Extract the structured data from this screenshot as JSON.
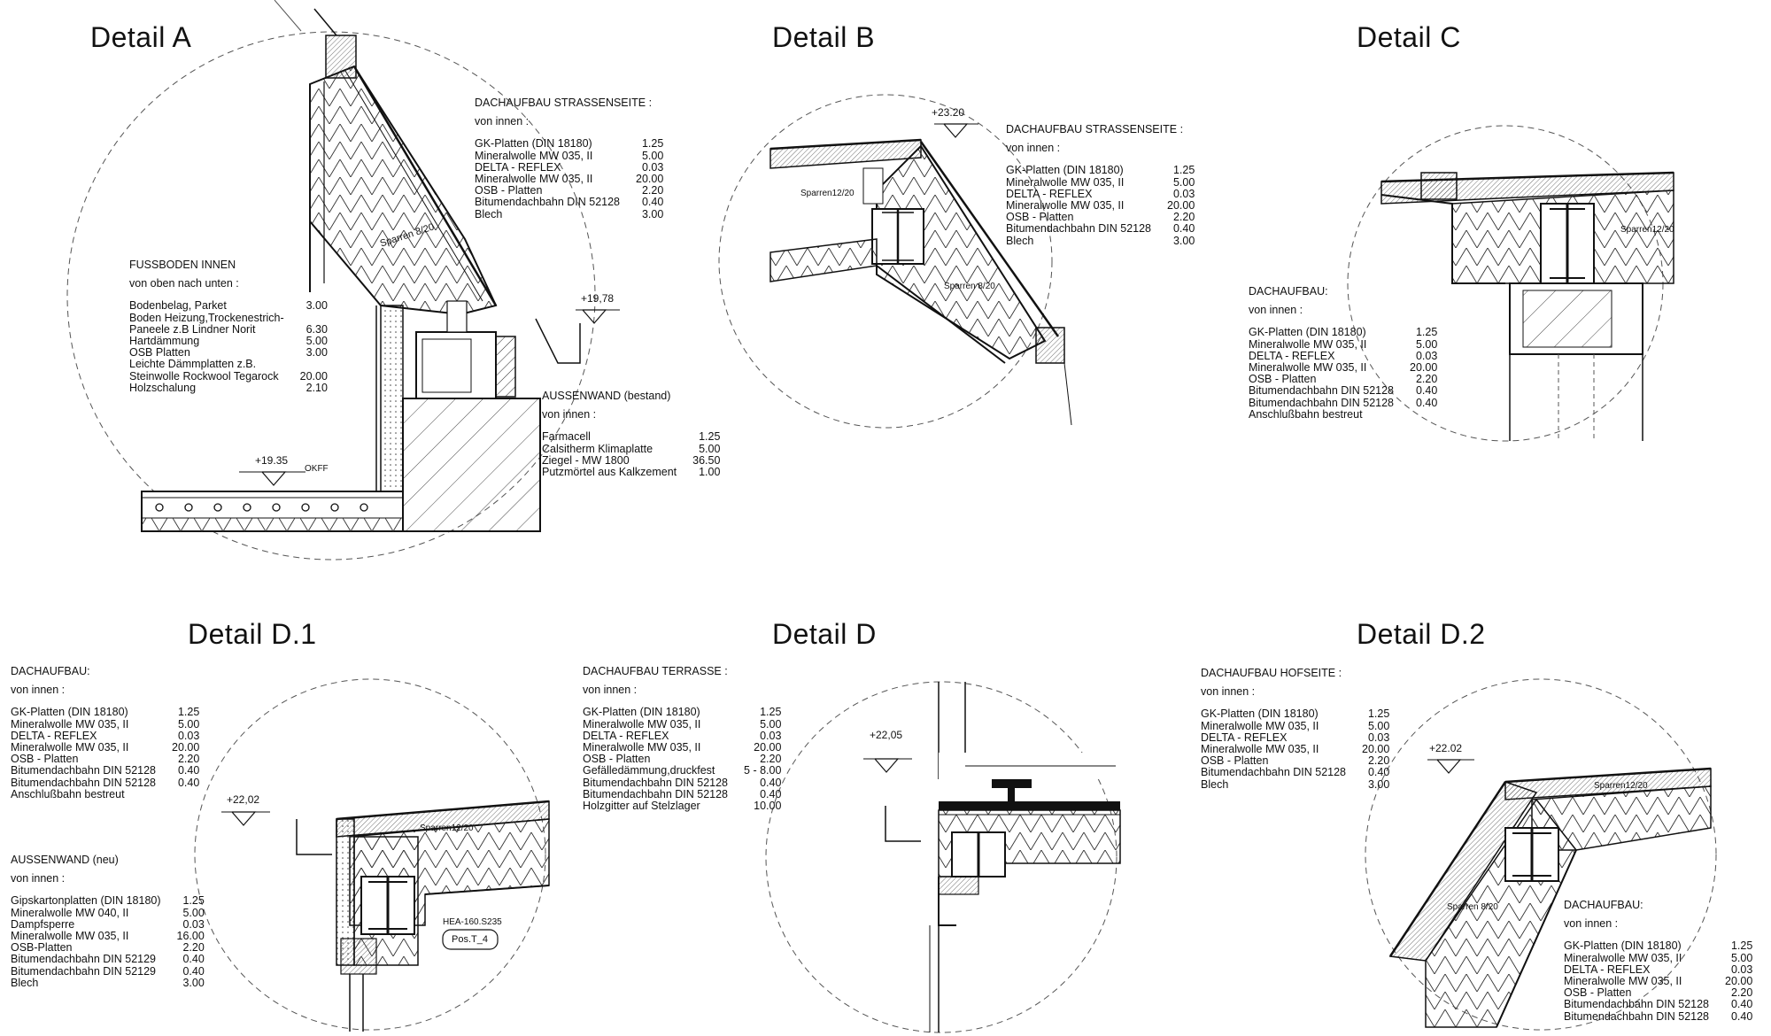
{
  "titles": {
    "a": "Detail A",
    "b": "Detail B",
    "c": "Detail C",
    "d1": "Detail D.1",
    "d": "Detail D",
    "d2": "Detail D.2"
  },
  "a": {
    "dach": {
      "header": "DACHAUFBAU STRASSENSEITE :",
      "sub": "von innen :",
      "rows": [
        {
          "label": "GK-Platten (DIN 18180)",
          "value": "1.25"
        },
        {
          "label": "Mineralwolle MW 035, II",
          "value": "5.00"
        },
        {
          "label": "DELTA - REFLEX",
          "value": "0.03"
        },
        {
          "label": "Mineralwolle MW 035, II",
          "value": "20.00"
        },
        {
          "label": "OSB - Platten",
          "value": "2.20"
        },
        {
          "label": "Bitumendachbahn  DIN 52128",
          "value": "0.40"
        },
        {
          "label": "Blech",
          "value": "3.00"
        }
      ]
    },
    "fuss": {
      "header": "FUSSBODEN  INNEN",
      "sub": "von oben nach unten :",
      "rows": [
        {
          "label": "Bodenbelag, Parket",
          "value": "3.00"
        },
        {
          "label": "Boden Heizung,Trockenestrich-",
          "value": ""
        },
        {
          "label": "Paneele z.B Lindner Norit",
          "value": "6.30"
        },
        {
          "label": "Hartdämmung",
          "value": "5.00"
        },
        {
          "label": "OSB Platten",
          "value": "3.00"
        },
        {
          "label": "Leichte Dämmplatten z.B.",
          "value": ""
        },
        {
          "label": "Steinwolle Rockwool Tegarock",
          "value": "20.00"
        },
        {
          "label": "Holzschalung",
          "value": "2.10"
        }
      ]
    },
    "wand": {
      "header": "AUSSENWAND (bestand)",
      "sub": "von innen :",
      "rows": [
        {
          "label": "Farmacell",
          "value": "1.25"
        },
        {
          "label": "Calsitherm Klimaplatte",
          "value": "5.00"
        },
        {
          "label": "Ziegel - MW 1800",
          "value": "36.50"
        },
        {
          "label": "Putzmörtel aus Kalkzement",
          "value": "1.00"
        }
      ]
    },
    "labels": {
      "sparren": "Sparren 8/20",
      "level_top": "+19,78",
      "level_floor": "+19.35",
      "okff": "OKFF"
    }
  },
  "b": {
    "dach": {
      "header": "DACHAUFBAU STRASSENSEITE :",
      "sub": "von innen :",
      "rows": [
        {
          "label": "GK-Platten (DIN 18180)",
          "value": "1.25"
        },
        {
          "label": "Mineralwolle MW 035, II",
          "value": "5.00"
        },
        {
          "label": "DELTA - REFLEX",
          "value": "0.03"
        },
        {
          "label": "Mineralwolle MW 035, II",
          "value": "20.00"
        },
        {
          "label": "OSB - Platten",
          "value": "2.20"
        },
        {
          "label": "Bitumendachbahn  DIN 52128",
          "value": "0.40"
        },
        {
          "label": "Blech",
          "value": "3.00"
        }
      ]
    },
    "labels": {
      "level": "+23.20",
      "sparren_a": "Sparren12/20",
      "sparren_b": "Sparren 8/20"
    }
  },
  "c": {
    "dach": {
      "header": "DACHAUFBAU:",
      "sub": "von innen :",
      "rows": [
        {
          "label": "GK-Platten (DIN 18180)",
          "value": "1.25"
        },
        {
          "label": "Mineralwolle MW 035, II",
          "value": "5.00"
        },
        {
          "label": "DELTA - REFLEX",
          "value": "0.03"
        },
        {
          "label": "Mineralwolle MW 035, II",
          "value": "20.00"
        },
        {
          "label": "OSB - Platten",
          "value": "2.20"
        },
        {
          "label": "Bitumendachbahn  DIN 52128",
          "value": "0.40"
        },
        {
          "label": "Bitumendachbahn  DIN 52128",
          "value": "0.40"
        },
        {
          "label": "Anschlußbahn bestreut",
          "value": ""
        }
      ]
    },
    "labels": {
      "sparren": "Sparren12/20"
    }
  },
  "d1": {
    "dach": {
      "header": "DACHAUFBAU:",
      "sub": "von innen :",
      "rows": [
        {
          "label": "GK-Platten (DIN 18180)",
          "value": "1.25"
        },
        {
          "label": "Mineralwolle MW 035, II",
          "value": "5.00"
        },
        {
          "label": "DELTA - REFLEX",
          "value": "0.03"
        },
        {
          "label": "Mineralwolle MW 035, II",
          "value": "20.00"
        },
        {
          "label": "OSB - Platten",
          "value": "2.20"
        },
        {
          "label": "Bitumendachbahn  DIN 52128",
          "value": "0.40"
        },
        {
          "label": "Bitumendachbahn  DIN 52128",
          "value": "0.40"
        },
        {
          "label": "Anschlußbahn bestreut",
          "value": ""
        }
      ]
    },
    "wand": {
      "header": "AUSSENWAND (neu)",
      "sub": "von innen :",
      "rows": [
        {
          "label": "Gipskartonplatten (DIN 18180)",
          "value": "1.25"
        },
        {
          "label": "Mineralwolle  MW 040, II",
          "value": "5.00"
        },
        {
          "label": "Dampfsperre",
          "value": "0.03"
        },
        {
          "label": "Mineralwolle  MW 035, II",
          "value": "16.00"
        },
        {
          "label": "OSB-Platten",
          "value": "2.20"
        },
        {
          "label": "Bitumendachbahn  DIN  52129",
          "value": "0.40"
        },
        {
          "label": "Bitumendachbahn  DIN  52129",
          "value": "0.40"
        },
        {
          "label": "Blech",
          "value": "3.00"
        }
      ]
    },
    "labels": {
      "level": "+22,02",
      "sparren": "Sparren12/20",
      "hea": "HEA-160.S235",
      "pos": "Pos.T_4"
    }
  },
  "d": {
    "dach": {
      "header": "DACHAUFBAU  TERRASSE :",
      "sub": "von innen :",
      "rows": [
        {
          "label": "GK-Platten (DIN 18180)",
          "value": "1.25"
        },
        {
          "label": "Mineralwolle MW 035, II",
          "value": "5.00"
        },
        {
          "label": "DELTA - REFLEX",
          "value": "0.03"
        },
        {
          "label": "Mineralwolle MW 035, II",
          "value": "20.00"
        },
        {
          "label": "OSB - Platten",
          "value": "2.20"
        },
        {
          "label": "Gefälledämmung,druckfest",
          "value": "5 - 8.00"
        },
        {
          "label": "Bitumendachbahn  DIN 52128",
          "value": "0.40"
        },
        {
          "label": "Bitumendachbahn  DIN 52128",
          "value": "0.40"
        },
        {
          "label": "Holzgitter auf Stelzlager",
          "value": "10.00"
        }
      ]
    },
    "labels": {
      "level": "+22,05"
    }
  },
  "d2": {
    "dach": {
      "header": "DACHAUFBAU HOFSEITE :",
      "sub": "von innen :",
      "rows": [
        {
          "label": "GK-Platten (DIN 18180)",
          "value": "1.25"
        },
        {
          "label": "Mineralwolle MW 035, II",
          "value": "5.00"
        },
        {
          "label": "DELTA - REFLEX",
          "value": "0.03"
        },
        {
          "label": "Mineralwolle MW 035, II",
          "value": "20.00"
        },
        {
          "label": "OSB - Platten",
          "value": "2.20"
        },
        {
          "label": "Bitumendachbahn  DIN 52128",
          "value": "0.40"
        },
        {
          "label": "Blech",
          "value": "3.00"
        }
      ]
    },
    "dach2": {
      "header": "DACHAUFBAU:",
      "sub": "von innen :",
      "rows": [
        {
          "label": "GK-Platten (DIN 18180)",
          "value": "1.25"
        },
        {
          "label": "Mineralwolle MW 035, II",
          "value": "5.00"
        },
        {
          "label": "DELTA - REFLEX",
          "value": "0.03"
        },
        {
          "label": "Mineralwolle MW 035, II",
          "value": "20.00"
        },
        {
          "label": "OSB - Platten",
          "value": "2.20"
        },
        {
          "label": "Bitumendachbahn  DIN 52128",
          "value": "0.40"
        },
        {
          "label": "Bitumendachbahn  DIN 52128",
          "value": "0.40"
        }
      ]
    },
    "labels": {
      "level": "+22.02",
      "sparren_a": "Sparren12/20",
      "sparren_b": "Sparren 8/20"
    }
  }
}
